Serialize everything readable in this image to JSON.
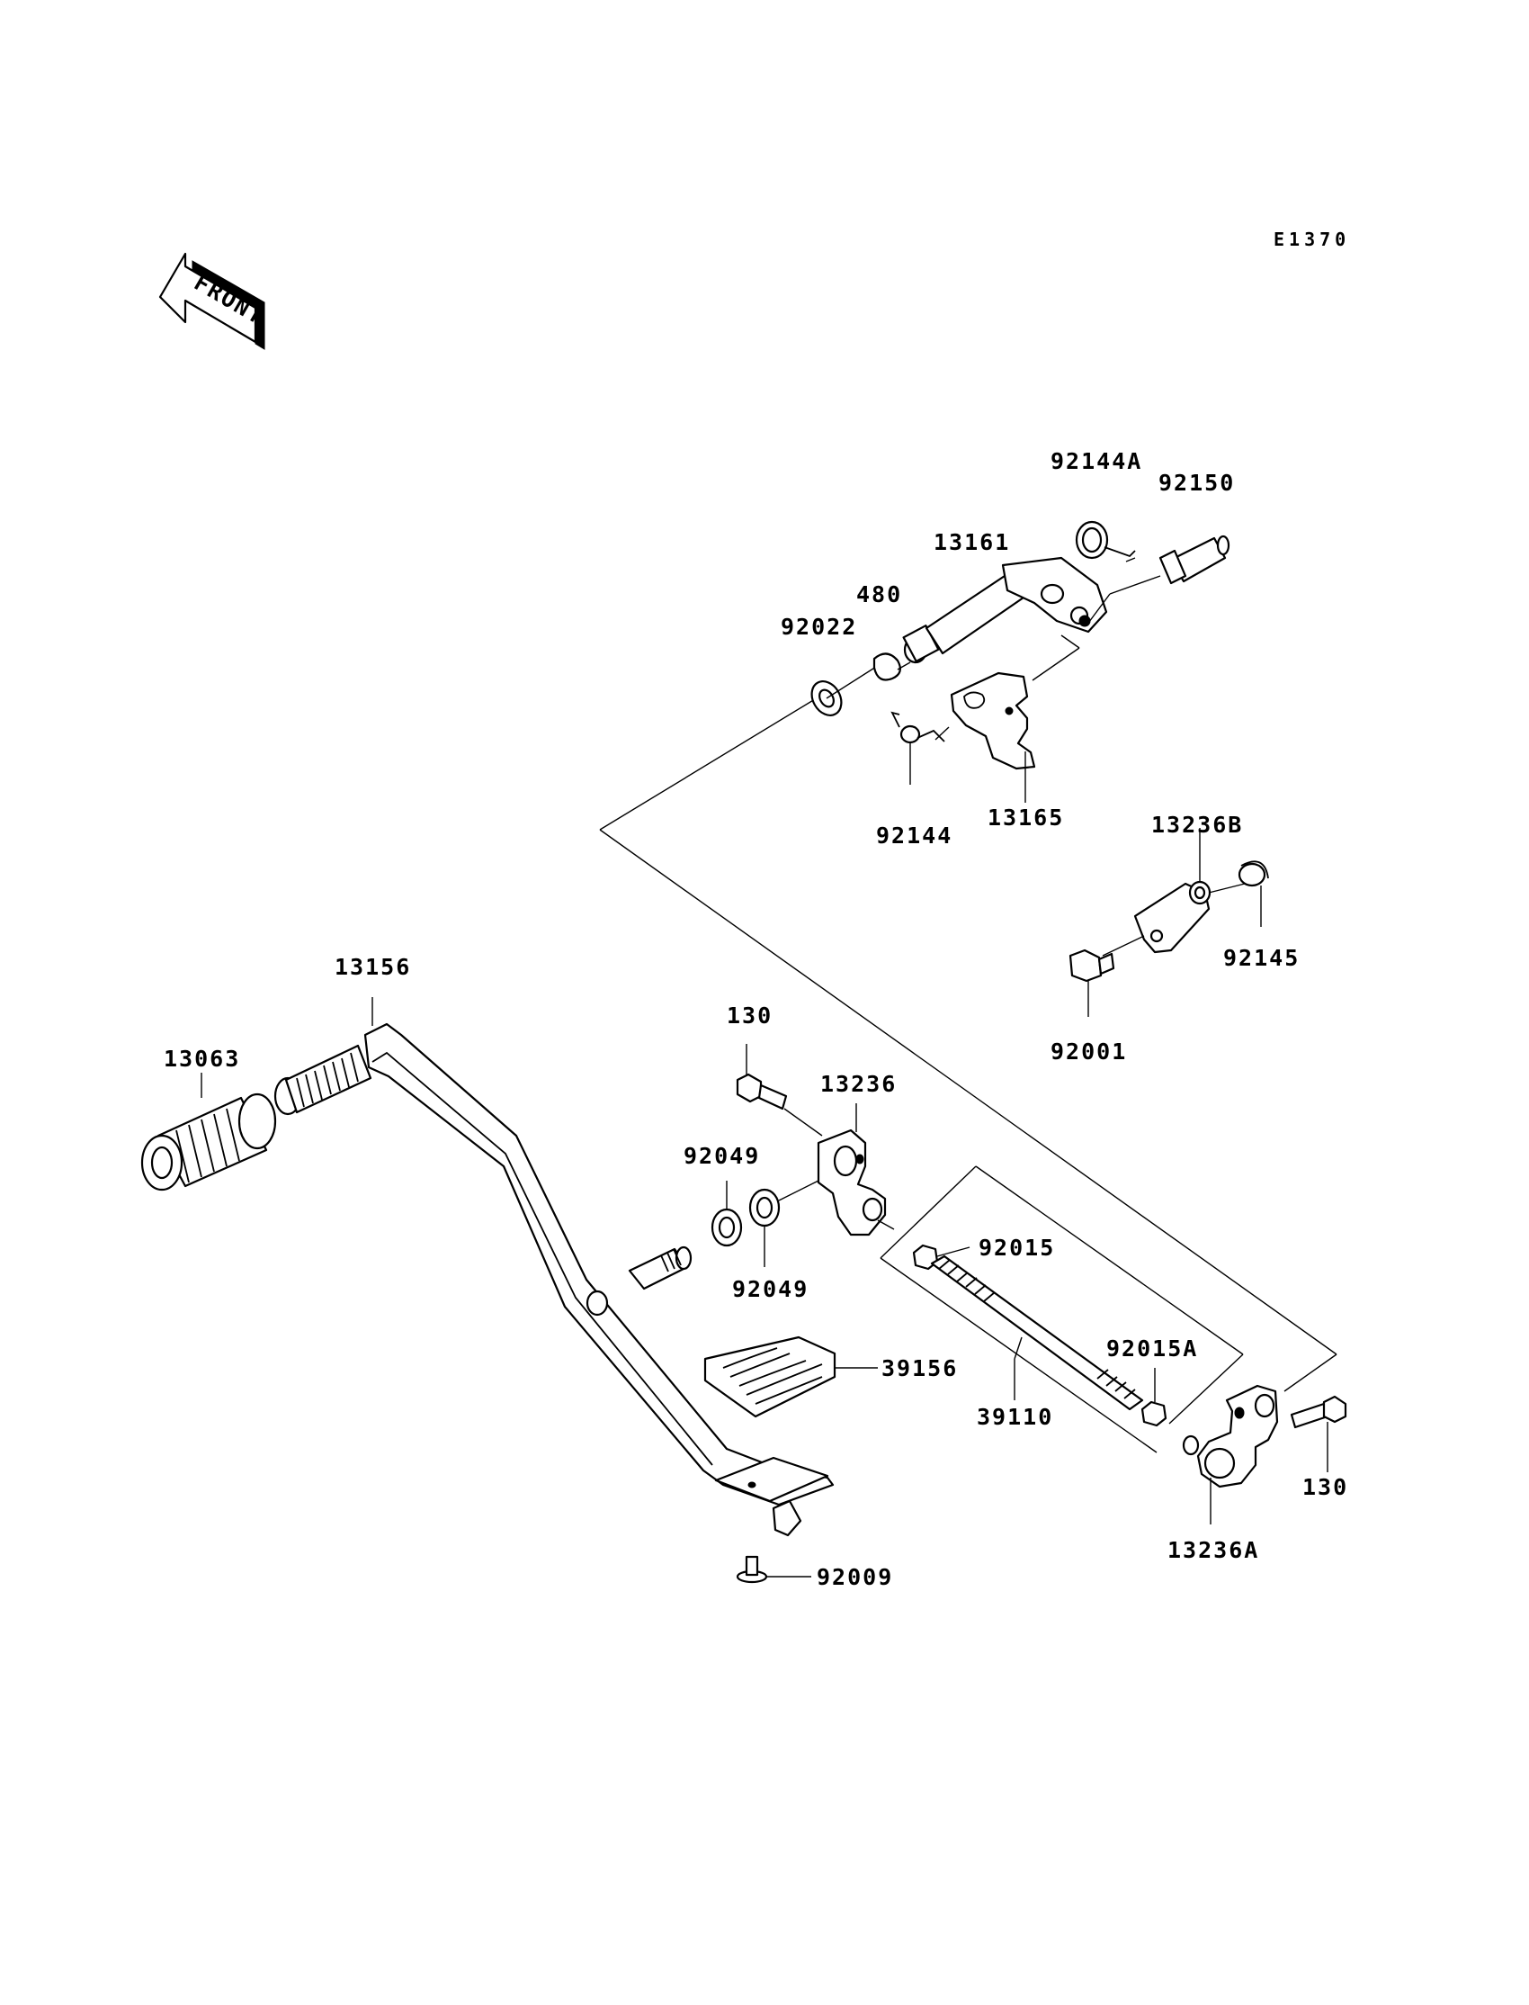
{
  "diagram_code": "E1370",
  "front_arrow_label": "FRONT",
  "parts": {
    "p92144A": "92144A",
    "p92150": "92150",
    "p13161": "13161",
    "p480": "480",
    "p92022": "92022",
    "p92144": "92144",
    "p13165": "13165",
    "p13236B": "13236B",
    "p92145": "92145",
    "p92001": "92001",
    "p13156": "13156",
    "p13063": "13063",
    "p130_left": "130",
    "p13236": "13236",
    "p92049_top": "92049",
    "p92049_bottom": "92049",
    "p92015": "92015",
    "p39156": "39156",
    "p92015A": "92015A",
    "p39110": "39110",
    "p130_right": "130",
    "p13236A": "13236A",
    "p92009": "92009"
  }
}
